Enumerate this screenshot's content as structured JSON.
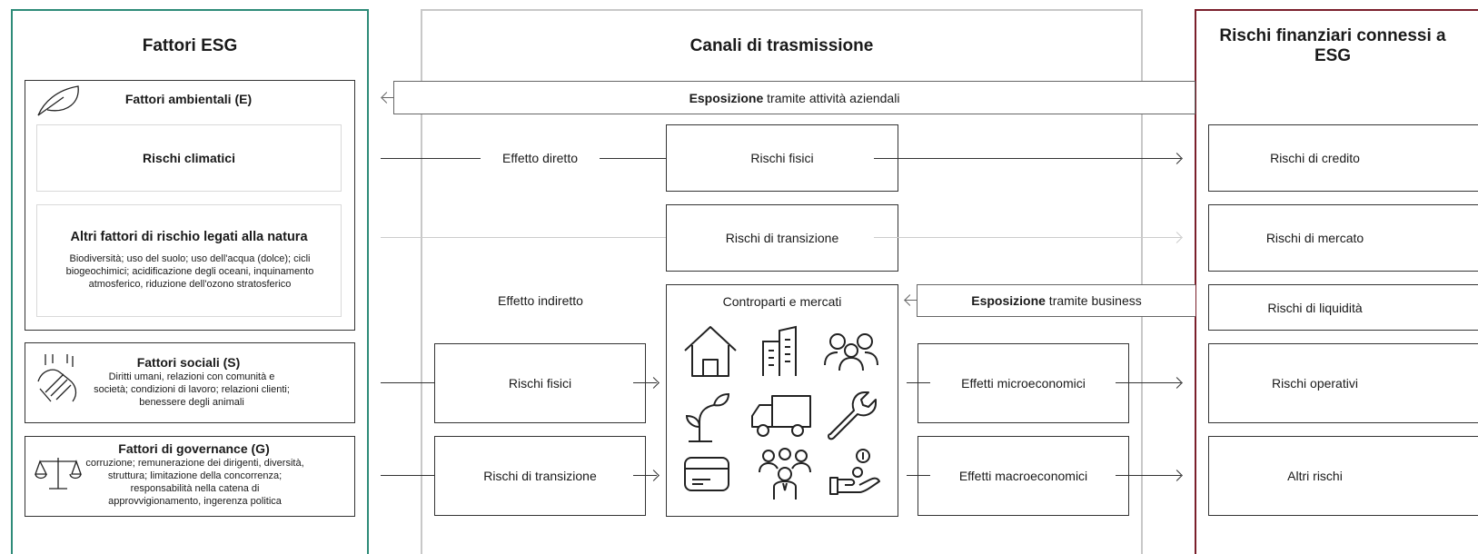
{
  "esg": {
    "title": "Fattori ESG",
    "env": {
      "title": "Fattori ambientali (E)",
      "climate": "Rischi climatici",
      "nature_title": "Altri fattori di rischio legati alla natura",
      "nature_text": "Biodiversità; uso del suolo; uso dell'acqua (dolce); cicli biogeochimici; acidificazione degli oceani, inquinamento atmosferico, riduzione dell'ozono stratosferico"
    },
    "social": {
      "title": "Fattori sociali (S)",
      "text": "Diritti umani, relazioni con comunità e società; condizioni di lavoro; relazioni clienti; benessere degli animali"
    },
    "gov": {
      "title": "Fattori di governance (G)",
      "text": "corruzione; remunerazione dei dirigenti, diversità, struttura; limitazione della concorrenza; responsabilità nella catena di approvvigionamento, ingerenza politica"
    }
  },
  "channels": {
    "title": "Canali di trasmissione",
    "exposure_activities_bold": "Esposizione",
    "exposure_activities_rest": " tramite attività aziendali",
    "direct_effect": "Effetto diretto",
    "physical_risks": "Rischi fisici",
    "transition_risks": "Rischi di transizione",
    "indirect_effect": "Effetto indiretto",
    "counterparties": "Controparti e mercati",
    "exposure_business_bold": "Esposizione",
    "exposure_business_rest": " tramite business",
    "indirect_physical": "Rischi fisici",
    "indirect_transition": "Rischi di transizione",
    "micro": "Effetti microeconomici",
    "macro": "Effetti macroeconomici"
  },
  "financial": {
    "title": "Rischi finanziari connessi a ESG",
    "credit": "Rischi di credito",
    "market": "Rischi di mercato",
    "liquidity": "Rischi di liquidità",
    "operational": "Rischi operativi",
    "other": "Altri rischi"
  },
  "colors": {
    "esg_border": "#2e8b78",
    "channels_border": "#c8c8c8",
    "financial_border": "#7a1f2b"
  },
  "icons": [
    "leaf-icon",
    "hands-icon",
    "scales-icon",
    "house-icon",
    "buildings-icon",
    "people-icon",
    "plant-icon",
    "truck-icon",
    "wrench-icon",
    "card-icon",
    "team-icon",
    "hand-coin-icon"
  ]
}
